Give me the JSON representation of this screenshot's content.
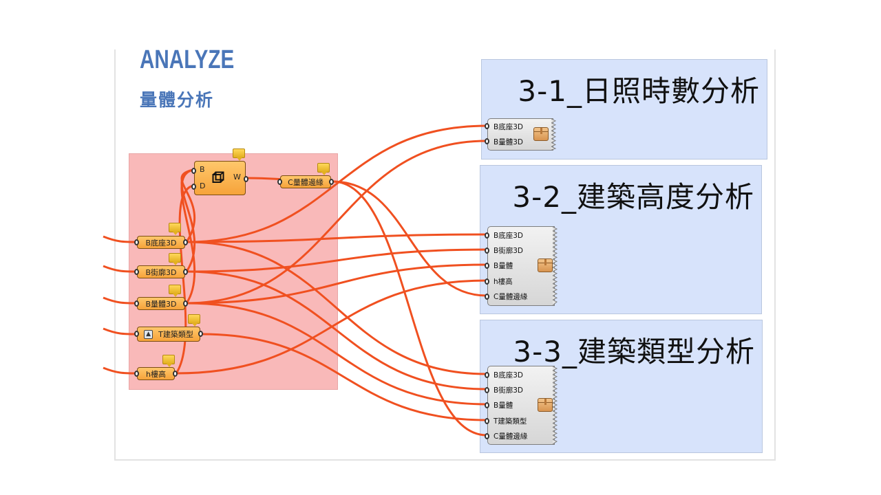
{
  "header": {
    "title": "ANALYZE",
    "subtitle": "量體分析"
  },
  "colors": {
    "accent": "#4a76b8",
    "wire": "#f05020",
    "group_red": "#f9b9b9",
    "group_blue": "#d7e3fb",
    "component": "#f6a33a"
  },
  "source_group": {
    "main_component": {
      "icon": "box-brep-icon",
      "inputs": [
        "B",
        "D"
      ],
      "outputs": [
        "W"
      ]
    },
    "edge_param": {
      "label": "C量體邊緣"
    },
    "params": [
      {
        "label": "B底座3D"
      },
      {
        "label": "B街廓3D"
      },
      {
        "label": "B量體3D"
      },
      {
        "label": "T建築類型",
        "icon": "up-arrow-icon"
      },
      {
        "label": "h樓高"
      }
    ]
  },
  "targets": [
    {
      "title": "3-1_日照時數分析",
      "cluster_icon": "package-icon",
      "inputs": [
        "B底座3D",
        "B量體3D"
      ]
    },
    {
      "title": "3-2_建築高度分析",
      "cluster_icon": "package-icon",
      "inputs": [
        "B底座3D",
        "B街廓3D",
        "B量體",
        "h樓高",
        "C量體邊緣"
      ]
    },
    {
      "title": "3-3_建築類型分析",
      "cluster_icon": "package-icon",
      "inputs": [
        "B底座3D",
        "B街廓3D",
        "B量體",
        "T建築類型",
        "C量體邊緣"
      ]
    }
  ]
}
